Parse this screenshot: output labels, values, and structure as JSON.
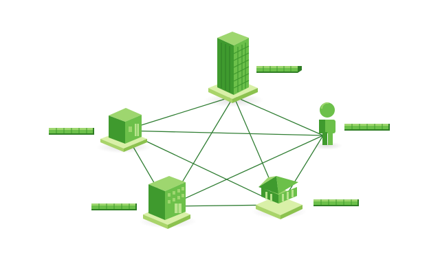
{
  "diagram": {
    "nodes": [
      {
        "id": "tower",
        "icon": "office-tower-icon",
        "label_plate": "label-plate-tower"
      },
      {
        "id": "person",
        "icon": "person-icon",
        "label_plate": "label-plate-person"
      },
      {
        "id": "bank",
        "icon": "bank-icon",
        "label_plate": "label-plate-bank"
      },
      {
        "id": "office",
        "icon": "office-building-icon",
        "label_plate": "label-plate-office"
      },
      {
        "id": "house",
        "icon": "house-icon",
        "label_plate": "label-plate-house"
      }
    ],
    "edges": [
      [
        "tower",
        "person"
      ],
      [
        "tower",
        "bank"
      ],
      [
        "tower",
        "office"
      ],
      [
        "tower",
        "house"
      ],
      [
        "person",
        "bank"
      ],
      [
        "person",
        "office"
      ],
      [
        "person",
        "house"
      ],
      [
        "bank",
        "office"
      ],
      [
        "bank",
        "house"
      ],
      [
        "office",
        "house"
      ]
    ]
  },
  "colors": {
    "line": "#2f7d32",
    "green_light": "#9ed66f",
    "green_mid": "#6cc04a",
    "green_dark": "#3f9a2e",
    "green_deep": "#2e7d24",
    "base_top": "#d9f0a8",
    "base_side": "#a9d46a"
  }
}
